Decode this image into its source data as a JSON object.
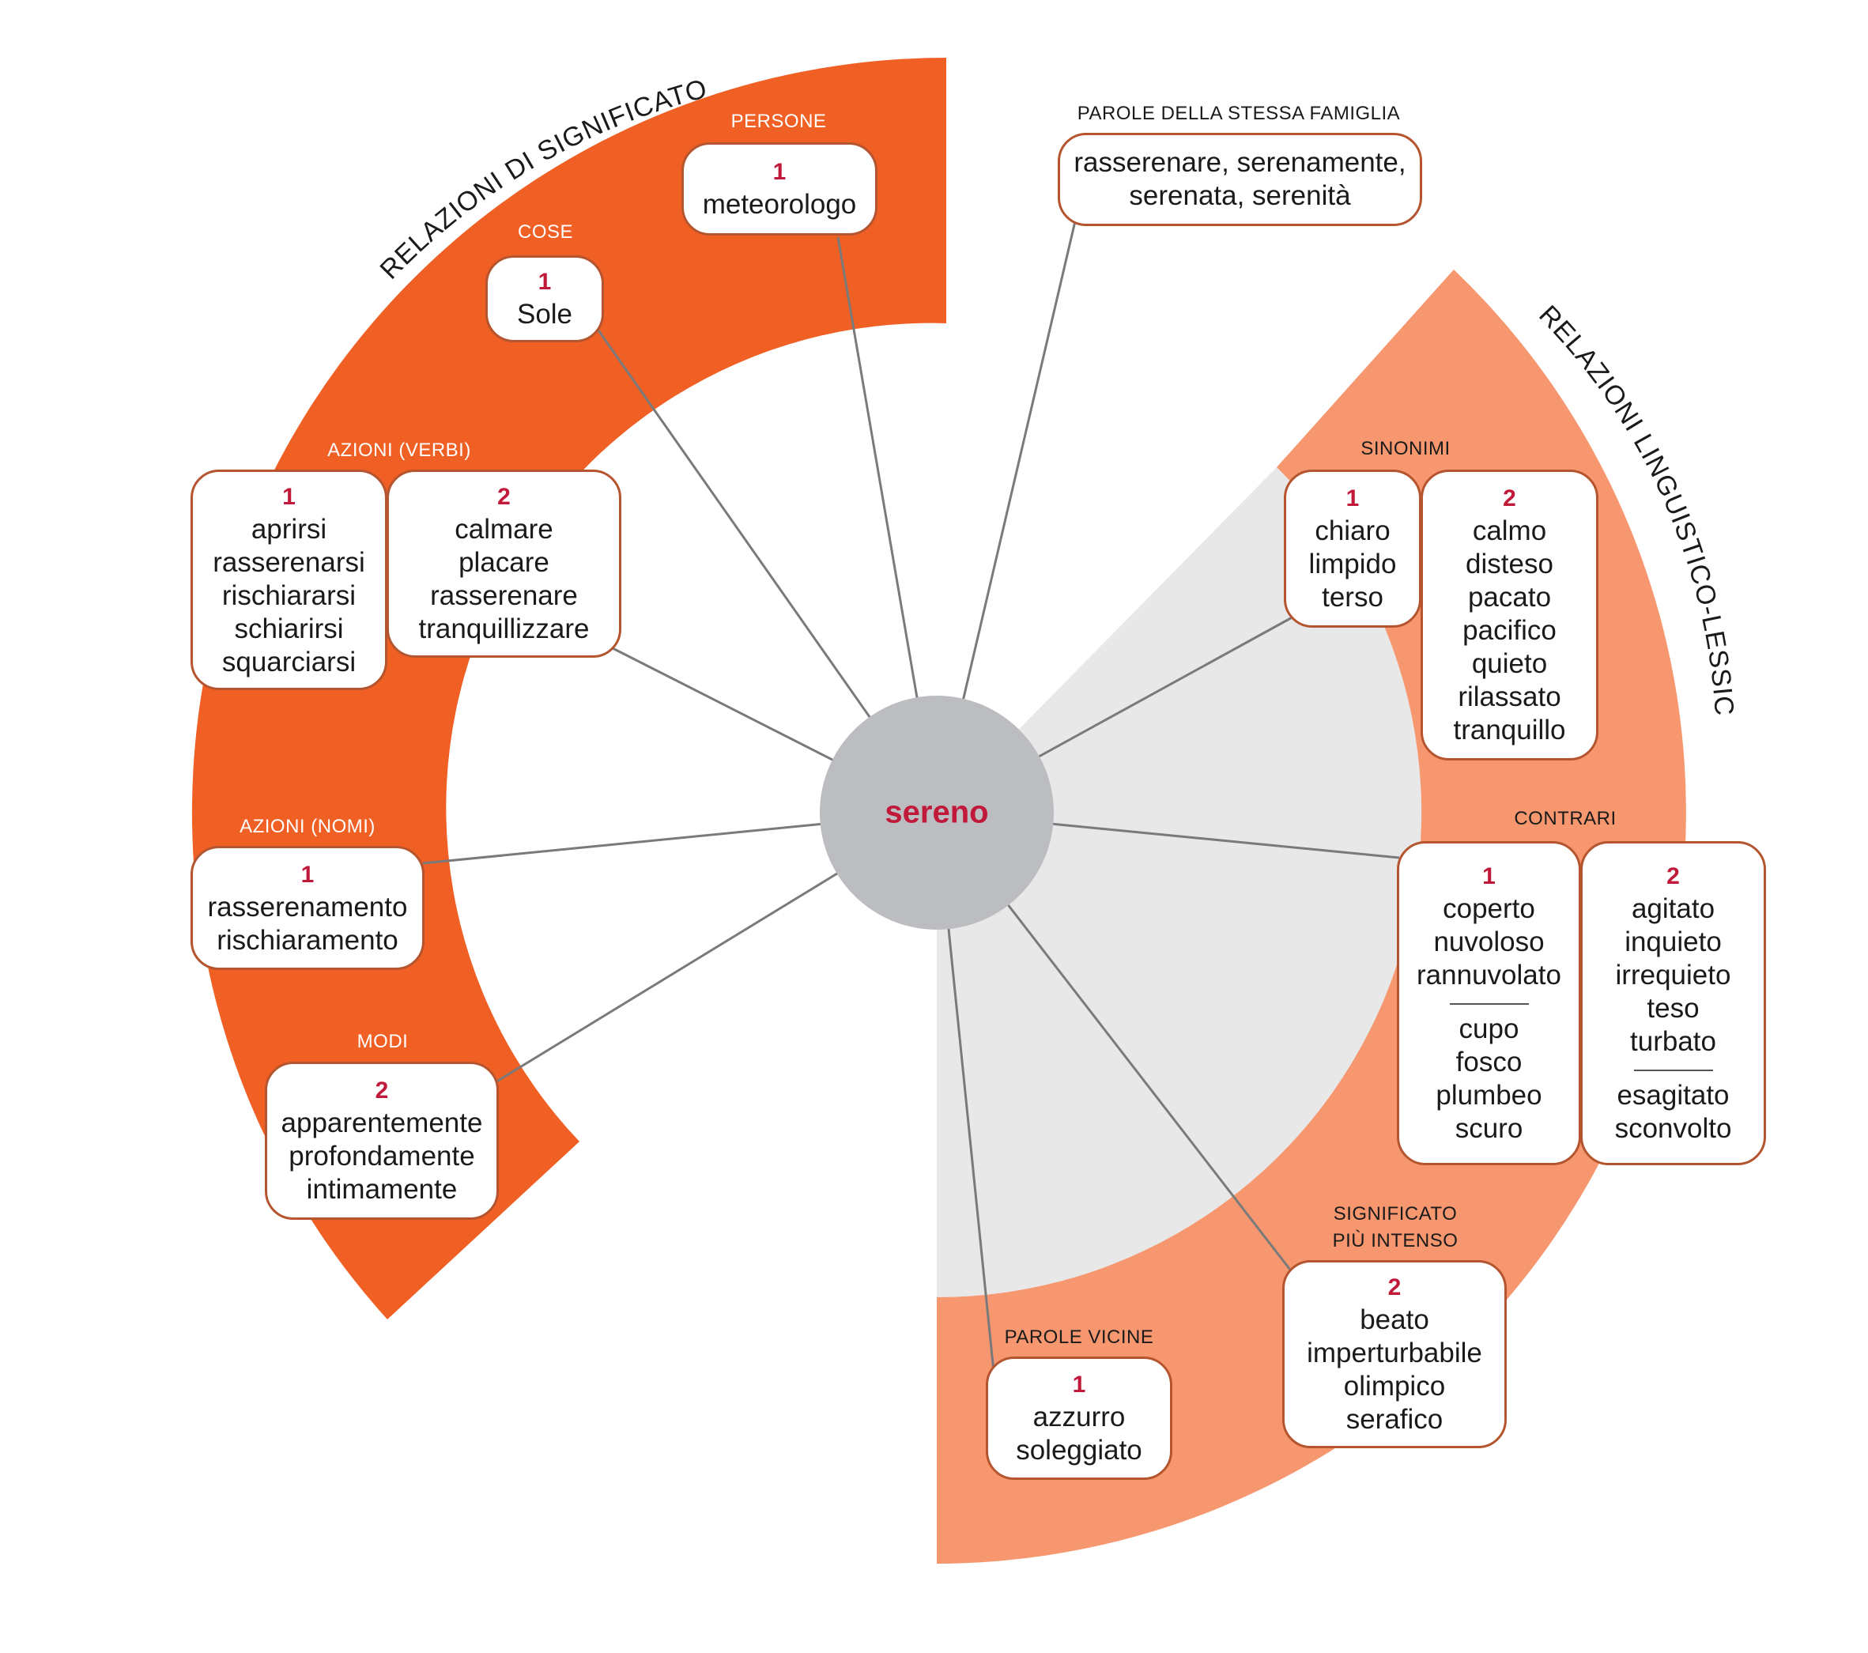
{
  "center": {
    "word": "sereno"
  },
  "arcs": {
    "left_title": "RELAZIONI DI SIGNIFICATO",
    "right_title": "RELAZIONI LINGUISTICO-LESSICALI"
  },
  "colors": {
    "dark_band": "#f05f24",
    "light_band": "#f6976f",
    "gray_sector": "#e8e8e8",
    "center_circle": "#bcbdc0",
    "box_border": "#b5552f",
    "number": "#c0193a",
    "connector": "#7a7a7a"
  },
  "groups": {
    "persone": {
      "label": "PERSONE",
      "boxes": [
        {
          "num": "1",
          "words": [
            "meteorologo"
          ]
        }
      ]
    },
    "cose": {
      "label": "COSE",
      "boxes": [
        {
          "num": "1",
          "words": [
            "Sole"
          ]
        }
      ]
    },
    "azioni_verbi": {
      "label": "AZIONI (VERBI)",
      "boxes": [
        {
          "num": "1",
          "words": [
            "aprirsi",
            "rasserenarsi",
            "rischiararsi",
            "schiarirsi",
            "squarciarsi"
          ]
        },
        {
          "num": "2",
          "words": [
            "calmare",
            "placare",
            "rasserenare",
            "tranquillizzare"
          ]
        }
      ]
    },
    "azioni_nomi": {
      "label": "AZIONI (NOMI)",
      "boxes": [
        {
          "num": "1",
          "words": [
            "rasserenamento",
            "rischiaramento"
          ]
        }
      ]
    },
    "modi": {
      "label": "MODI",
      "boxes": [
        {
          "num": "2",
          "words": [
            "apparentemente",
            "profondamente",
            "intimamente"
          ]
        }
      ]
    },
    "famiglia": {
      "label": "PAROLE DELLA STESSA FAMIGLIA",
      "lines": [
        "rasserenare, serenamente,",
        "serenata, serenità"
      ]
    },
    "sinonimi": {
      "label": "SINONIMI",
      "boxes": [
        {
          "num": "1",
          "words": [
            "chiaro",
            "limpido",
            "terso"
          ]
        },
        {
          "num": "2",
          "words": [
            "calmo",
            "disteso",
            "pacato",
            "pacifico",
            "quieto",
            "rilassato",
            "tranquillo"
          ]
        }
      ]
    },
    "contrari": {
      "label": "CONTRARI",
      "boxes": [
        {
          "num": "1",
          "words_a": [
            "coperto",
            "nuvoloso",
            "rannuvolato"
          ],
          "words_b": [
            "cupo",
            "fosco",
            "plumbeo",
            "scuro"
          ]
        },
        {
          "num": "2",
          "words_a": [
            "agitato",
            "inquieto",
            "irrequieto",
            "teso",
            "turbato"
          ],
          "words_b": [
            "esagitato",
            "sconvolto"
          ]
        }
      ]
    },
    "intenso": {
      "label_line1": "SIGNIFICATO",
      "label_line2": "PIÙ INTENSO",
      "boxes": [
        {
          "num": "2",
          "words": [
            "beato",
            "imperturbabile",
            "olimpico",
            "serafico"
          ]
        }
      ]
    },
    "vicine": {
      "label": "PAROLE VICINE",
      "boxes": [
        {
          "num": "1",
          "words": [
            "azzurro",
            "soleggiato"
          ]
        }
      ]
    }
  }
}
